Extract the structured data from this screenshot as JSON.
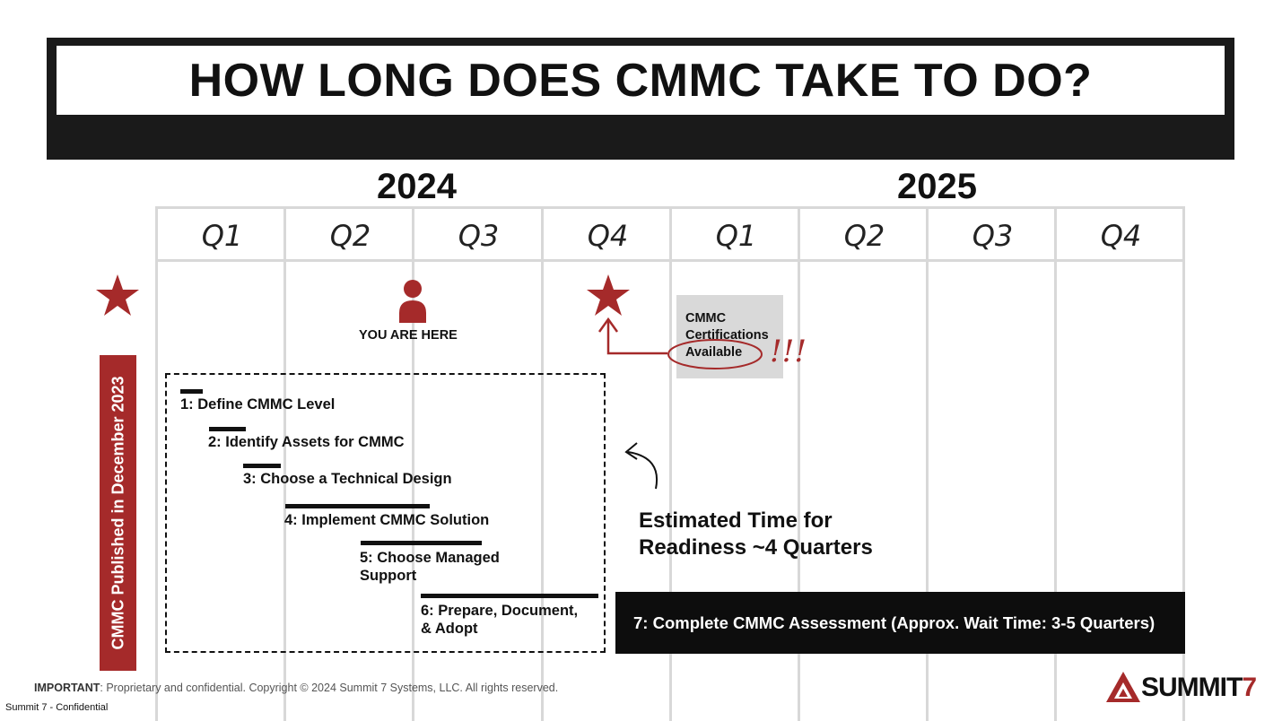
{
  "title": "HOW LONG DOES CMMC TAKE TO DO?",
  "years": [
    "2024",
    "2025"
  ],
  "quarters": [
    "Q1",
    "Q2",
    "Q3",
    "Q4",
    "Q1",
    "Q2",
    "Q3",
    "Q4"
  ],
  "sidebar_label": "CMMC Published in December 2023",
  "you_are_here": "YOU ARE HERE",
  "certifications": {
    "line1": "CMMC",
    "line2": "Certifications",
    "line3": "Available",
    "exclaim": "!!!"
  },
  "tasks": [
    {
      "line1": "1: Define CMMC Level",
      "line2": ""
    },
    {
      "line1": "2: Identify Assets for CMMC",
      "line2": ""
    },
    {
      "line1": "3: Choose a Technical Design",
      "line2": ""
    },
    {
      "line1": "4: Implement CMMC Solution",
      "line2": ""
    },
    {
      "line1": "5: Choose Managed",
      "line2": "Support"
    },
    {
      "line1": "6: Prepare, Document,",
      "line2": "& Adopt"
    }
  ],
  "estimate": {
    "line1": "Estimated Time for",
    "line2": "Readiness ~4 Quarters"
  },
  "assessment": "7: Complete CMMC Assessment (Approx. Wait Time: 3-5 Quarters)",
  "footer": {
    "important": "IMPORTANT",
    "text": ": Proprietary and confidential. Copyright © 2024 Summit 7 Systems, LLC. All rights reserved."
  },
  "confidential": "Summit 7 - Confidential",
  "logo": {
    "main": "SUMMIT",
    "seven": "7"
  },
  "colors": {
    "accent": "#a52a2a",
    "dark": "#1a1a1a",
    "grid": "#d8d8d8",
    "cert_box": "#d9d9d9"
  },
  "icons": [
    "star-icon",
    "person-icon",
    "arrow-icon",
    "curved-arrow-icon",
    "summit-logo-icon"
  ]
}
